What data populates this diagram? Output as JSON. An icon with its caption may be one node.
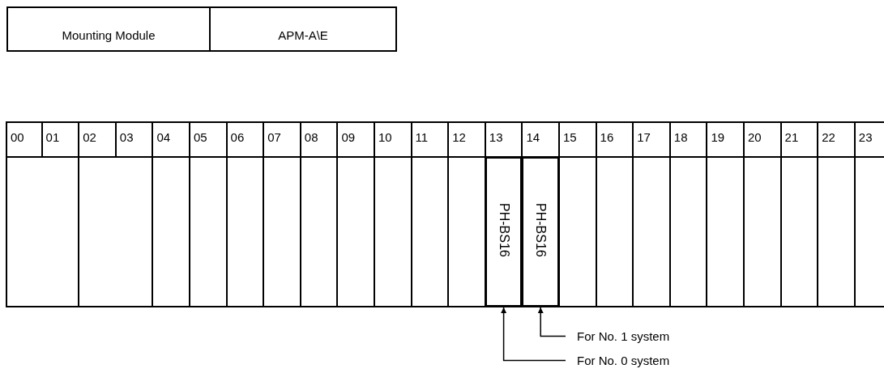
{
  "diagram": {
    "nodes": [
      {
        "text": [],
        "shape": "box"
      },
      {
        "text": [],
        "shape": "box"
      },
      {
        "text": [],
        "shape": "box"
      },
      {
        "text": [],
        "shape": "box"
      },
      {
        "text": [],
        "shape": "box"
      },
      {
        "text": [],
        "shape": "box"
      },
      {
        "text": [],
        "shape": "box"
      },
      {
        "text": [],
        "shape": "box"
      },
      {
        "text": [],
        "shape": "box"
      },
      {
        "text": [],
        "shape": "box"
      },
      {
        "text": [],
        "shape": "box"
      },
      {
        "text": [
          "PH-BS16"
        ]
      },
      {
        "text": [
          "PH-BS16"
        ]
      },
      {
        "text": [],
        "shape": "box"
      },
      {
        "text": [],
        "shape": "box"
      },
      {
        "text": [],
        "shape": "box"
      },
      {
        "text": [],
        "shape": "box"
      },
      {
        "text": [],
        "shape": "box"
      },
      {
        "text": [],
        "shape": "box"
      },
      {
        "text": [],
        "shape": "box"
      },
      {
        "text": [],
        "shape": "box"
      },
      {
        "text": [],
        "shape": "box"
      },
      {
        "text": [
          "For No. 1 system"
        ]
      },
      {
        "text": [
          "For No. 0 system"
        ]
      }
    ],
    "edges": [
      {
        "from": 22,
        "to": 12,
        "arrow": "to"
      },
      {
        "from": 23,
        "to": 11,
        "arrow": "to"
      }
    ],
    "labels": [
      "Mounting Module",
      "APM-A\\E",
      "00",
      "01",
      "02",
      "03",
      "04",
      "05",
      "06",
      "07",
      "08",
      "09",
      "10",
      "11",
      "12",
      "13",
      "14",
      "15",
      "16",
      "17",
      "18",
      "19",
      "20",
      "21",
      "22",
      "23"
    ]
  }
}
